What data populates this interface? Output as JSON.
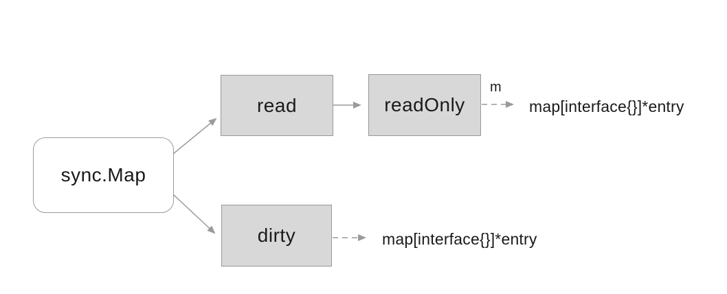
{
  "diagram": {
    "type": "flowchart",
    "subject": "sync.Map internal structure",
    "nodes": [
      {
        "id": "sync-map",
        "label": "sync.Map",
        "shape": "rounded-rect",
        "fill": "#ffffff"
      },
      {
        "id": "read",
        "label": "read",
        "shape": "rect",
        "fill": "#d8d8d8"
      },
      {
        "id": "read-only",
        "label": "readOnly",
        "shape": "rect",
        "fill": "#d8d8d8"
      },
      {
        "id": "dirty",
        "label": "dirty",
        "shape": "rect",
        "fill": "#d8d8d8"
      }
    ],
    "edges": [
      {
        "from": "sync-map",
        "to": "read",
        "style": "solid",
        "label": ""
      },
      {
        "from": "sync-map",
        "to": "dirty",
        "style": "solid",
        "label": ""
      },
      {
        "from": "read",
        "to": "read-only",
        "style": "solid",
        "label": ""
      },
      {
        "from": "read-only",
        "to": "entry-label-top",
        "style": "dashed",
        "label": "m"
      },
      {
        "from": "dirty",
        "to": "entry-label-bottom",
        "style": "dashed",
        "label": ""
      }
    ],
    "labels": {
      "m": "m",
      "entry_top": "map[interface{}]*entry",
      "entry_bottom": "map[interface{}]*entry"
    },
    "colors": {
      "box_fill": "#d8d8d8",
      "box_border": "#979797",
      "line": "#9a9a9a",
      "text": "#1a1a1a",
      "background": "#ffffff"
    }
  }
}
